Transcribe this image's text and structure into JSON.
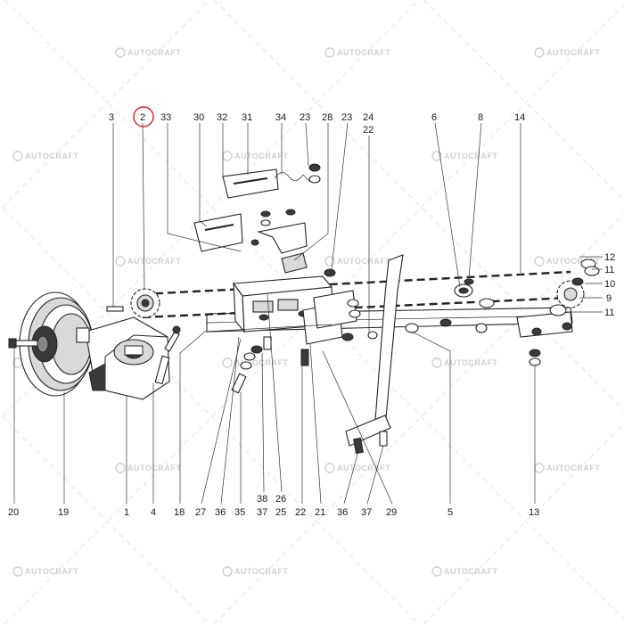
{
  "diagram": {
    "watermark_text": "AUTOCRAFT",
    "highlight_color": "#e0201a",
    "highlighted_callout": "2",
    "top_callouts": [
      "3",
      "2",
      "33",
      "30",
      "32",
      "31",
      "34",
      "23",
      "28",
      "23",
      "24",
      "22",
      "6",
      "8",
      "14"
    ],
    "right_callouts": [
      "12",
      "11",
      "10",
      "9",
      "11"
    ],
    "bottom_callouts": [
      "20",
      "19",
      "1",
      "4",
      "18",
      "27",
      "36",
      "35",
      "38",
      "37",
      "26",
      "25",
      "22",
      "21",
      "36",
      "37",
      "29",
      "5",
      "13"
    ]
  }
}
